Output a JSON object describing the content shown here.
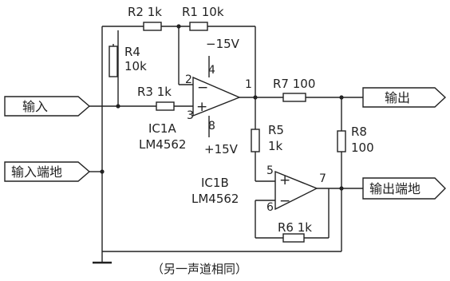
{
  "resistors": {
    "r1": "R1 10k",
    "r2": "R2 1k",
    "r3": "R3 1k",
    "r4_name": "R4",
    "r4_value": "10k",
    "r5_name": "R5",
    "r5_value": "1k",
    "r6": "R6 1k",
    "r7": "R7 100",
    "r8_name": "R8",
    "r8_value": "100"
  },
  "ic1a": {
    "name": "IC1A",
    "part": "LM4562"
  },
  "ic1b": {
    "name": "IC1B",
    "part": "LM4562"
  },
  "supply": {
    "negative": "−15V",
    "positive": "+15V"
  },
  "pins": {
    "p1": "1",
    "p2": "2",
    "p3": "3",
    "p4": "4",
    "p5": "5",
    "p6": "6",
    "p7": "7",
    "p8": "8"
  },
  "signs": {
    "minus": "−",
    "plus": "+"
  },
  "ports": {
    "input": "输入",
    "input_ground": "输入端地",
    "output": "输出",
    "output_ground": "输出端地"
  },
  "note": "（另一声道相同）"
}
